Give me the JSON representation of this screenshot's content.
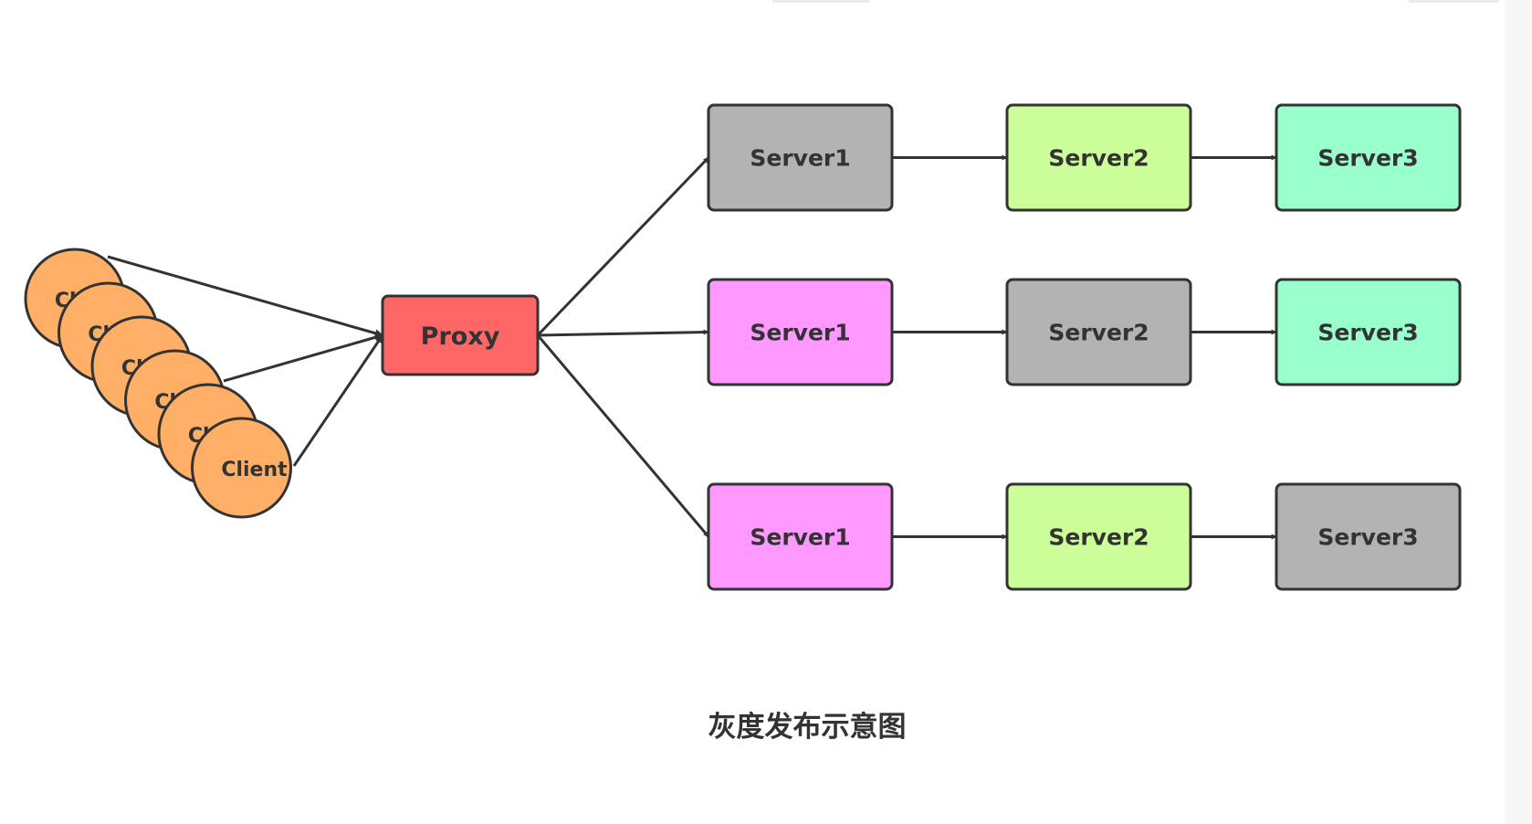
{
  "diagram": {
    "clients": {
      "label": "Client",
      "count": 6,
      "color": "#ffb066"
    },
    "proxy": {
      "label": "Proxy",
      "color": "#ff6666"
    },
    "rows": [
      [
        {
          "label": "Server1",
          "color": "#b3b3b3"
        },
        {
          "label": "Server2",
          "color": "#ccff99"
        },
        {
          "label": "Server3",
          "color": "#99ffcc"
        }
      ],
      [
        {
          "label": "Server1",
          "color": "#ff99ff"
        },
        {
          "label": "Server2",
          "color": "#b3b3b3"
        },
        {
          "label": "Server3",
          "color": "#99ffcc"
        }
      ],
      [
        {
          "label": "Server1",
          "color": "#ff99ff"
        },
        {
          "label": "Server2",
          "color": "#ccff99"
        },
        {
          "label": "Server3",
          "color": "#b3b3b3"
        }
      ]
    ],
    "caption": "灰度发布示意图"
  }
}
